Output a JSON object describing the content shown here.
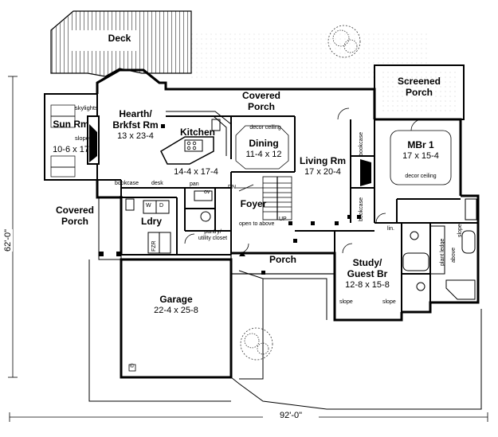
{
  "rooms": {
    "deck": {
      "name": "Deck"
    },
    "sunrm": {
      "name": "Sun Rm",
      "dims": "10-6 x 17"
    },
    "hearth": {
      "name1": "Hearth/",
      "name2": "Brkfst Rm",
      "dims": "13 x 23-4"
    },
    "kitchen": {
      "name": "Kitchen",
      "dims": "14-4 x 17-4"
    },
    "covered_back": {
      "line1": "Covered",
      "line2": "Porch"
    },
    "dining": {
      "name": "Dining",
      "dims": "11-4 x 12"
    },
    "living": {
      "name": "Living Rm",
      "dims": "17 x 20-4"
    },
    "screened": {
      "line1": "Screened",
      "line2": "Porch"
    },
    "mbr": {
      "name": "MBr  1",
      "dims": "17 x 15-4"
    },
    "covered_side": {
      "line1": "Covered",
      "line2": "Porch"
    },
    "ldry": {
      "name": "Ldry"
    },
    "foyer": {
      "name": "Foyer"
    },
    "porch": {
      "name": "Porch"
    },
    "study": {
      "name1": "Study/",
      "name2": "Guest Br",
      "dims": "12-8 x 15-8"
    },
    "garage": {
      "name": "Garage",
      "dims": "22-4 x 25-8"
    }
  },
  "notes": {
    "skylights": "skylights",
    "slope": "slope",
    "decor_ceiling": "decor ceiling",
    "bookcase": "bookcase",
    "desk": "desk",
    "pan": "pan",
    "ov": "ov",
    "dn": "DN",
    "up": "UP",
    "open_above": "open to above",
    "pantry": "pantry/",
    "utility": "utility closet",
    "lin": "lin.",
    "plant_ledge": "plant ledge",
    "above": "above",
    "w": "W",
    "d": "D",
    "fzr": "FZR",
    "copyright": "©"
  },
  "dimensions": {
    "width": "92'-0\"",
    "depth": "62'-0\""
  }
}
